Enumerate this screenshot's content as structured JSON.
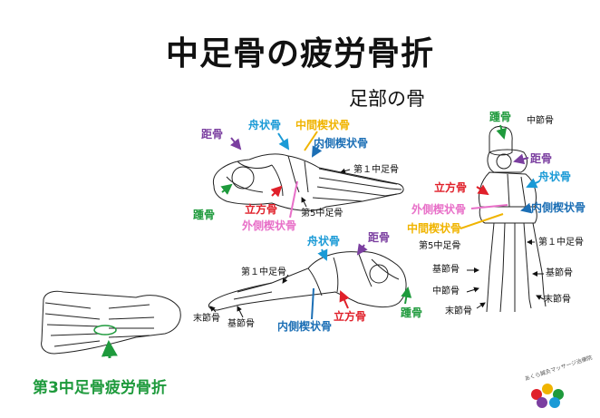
{
  "title": "中足骨の疲労骨折",
  "subtitle": "足部の骨",
  "caption": "第3中足骨疲労骨折",
  "logo_text": "あくら鍼灸マッサージ治療院",
  "colors": {
    "calcaneus": "#1e9a3c",
    "talus": "#7b3fa0",
    "navicular": "#1a9ad6",
    "cuneiform_middle": "#f0b400",
    "cuneiform_medial": "#1c6fb5",
    "cuboid": "#e0202a",
    "cuneiform_lateral": "#e870c8"
  },
  "labels": {
    "side_lateral": {
      "navicular": "舟状骨",
      "middle_cuneiform": "中間楔状骨",
      "talus": "距骨",
      "medial_cuneiform": "内側楔状骨",
      "first_metatarsal": "第１中足骨",
      "cuboid": "立方骨",
      "calcaneus": "踵骨",
      "lateral_cuneiform": "外側楔状骨",
      "fifth_metatarsal": "第5中足骨"
    },
    "side_medial": {
      "navicular": "舟状骨",
      "talus": "距骨",
      "first_metatarsal": "第１中足骨",
      "distal_phalanx": "末節骨",
      "proximal_phalanx": "基節骨",
      "medial_cuneiform": "内側楔状骨",
      "cuboid": "立方骨",
      "calcaneus": "踵骨"
    },
    "top_view": {
      "calcaneus": "踵骨",
      "middle_phalanx": "中節骨",
      "talus": "距骨",
      "cuboid": "立方骨",
      "navicular": "舟状骨",
      "lateral_cuneiform": "外側楔状骨",
      "medial_cuneiform": "内側楔状骨",
      "middle_cuneiform": "中間楔状骨",
      "fifth_metatarsal": "第5中足骨",
      "first_metatarsal": "第１中足骨",
      "proximal_phalanx_left": "基節骨",
      "proximal_phalanx_right": "基節骨",
      "middle_phalanx_left": "中節骨",
      "distal_phalanx_left": "末節骨",
      "distal_phalanx_right": "末節骨"
    }
  }
}
